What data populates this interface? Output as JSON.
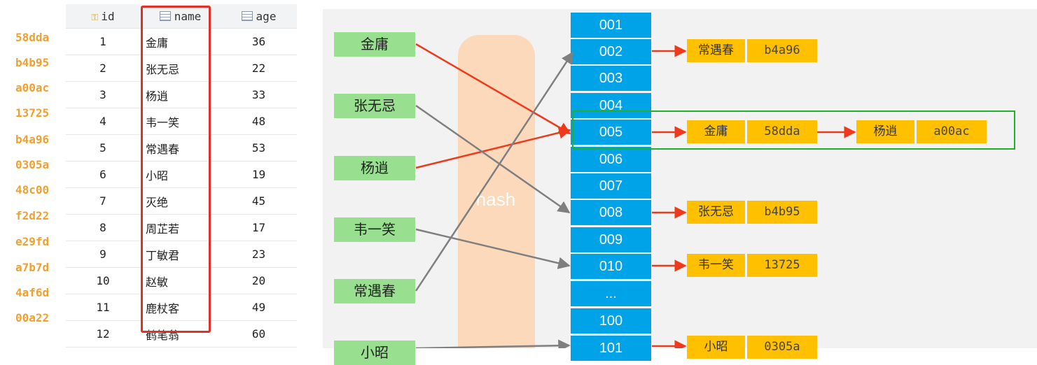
{
  "table": {
    "headers": {
      "id": "id",
      "name": "name",
      "age": "age"
    },
    "rows": [
      {
        "hash": "58dda",
        "id": "1",
        "name": "金庸",
        "age": "36"
      },
      {
        "hash": "b4b95",
        "id": "2",
        "name": "张无忌",
        "age": "22"
      },
      {
        "hash": "a00ac",
        "id": "3",
        "name": "杨逍",
        "age": "33"
      },
      {
        "hash": "13725",
        "id": "4",
        "name": "韦一笑",
        "age": "48"
      },
      {
        "hash": "b4a96",
        "id": "5",
        "name": "常遇春",
        "age": "53"
      },
      {
        "hash": "0305a",
        "id": "6",
        "name": "小昭",
        "age": "19"
      },
      {
        "hash": "48c00",
        "id": "7",
        "name": "灭绝",
        "age": "45"
      },
      {
        "hash": "f2d22",
        "id": "8",
        "name": "周芷若",
        "age": "17"
      },
      {
        "hash": "e29fd",
        "id": "9",
        "name": "丁敏君",
        "age": "23"
      },
      {
        "hash": "a7b7d",
        "id": "10",
        "name": "赵敏",
        "age": "20"
      },
      {
        "hash": "4af6d",
        "id": "11",
        "name": "鹿杖客",
        "age": "49"
      },
      {
        "hash": "00a22",
        "id": "12",
        "name": "鹤笔翁",
        "age": "60"
      }
    ]
  },
  "diagram": {
    "hash_label": "hash",
    "keys": [
      "金庸",
      "张无忌",
      "杨逍",
      "韦一笑",
      "常遇春",
      "小昭"
    ],
    "slots": [
      "001",
      "002",
      "003",
      "004",
      "005",
      "006",
      "007",
      "008",
      "009",
      "010",
      "...",
      "100",
      "101"
    ],
    "chains": {
      "c002": {
        "n1": "常遇春",
        "h1": "b4a96"
      },
      "c005": {
        "n1": "金庸",
        "h1": "58dda",
        "n2": "杨逍",
        "h2": "a00ac"
      },
      "c008": {
        "n1": "张无忌",
        "h1": "b4b95"
      },
      "c010": {
        "n1": "韦一笑",
        "h1": "13725"
      },
      "c101": {
        "n1": "小昭",
        "h1": "0305a"
      }
    },
    "colors": {
      "key": "#98e08f",
      "slot": "#00a2e8",
      "node": "#ffc000",
      "collision_arrow": "#ee3a1c",
      "arrow": "#7f7f7f",
      "highlight": "#22b02a",
      "hash_band": "#fcd6b4"
    }
  }
}
